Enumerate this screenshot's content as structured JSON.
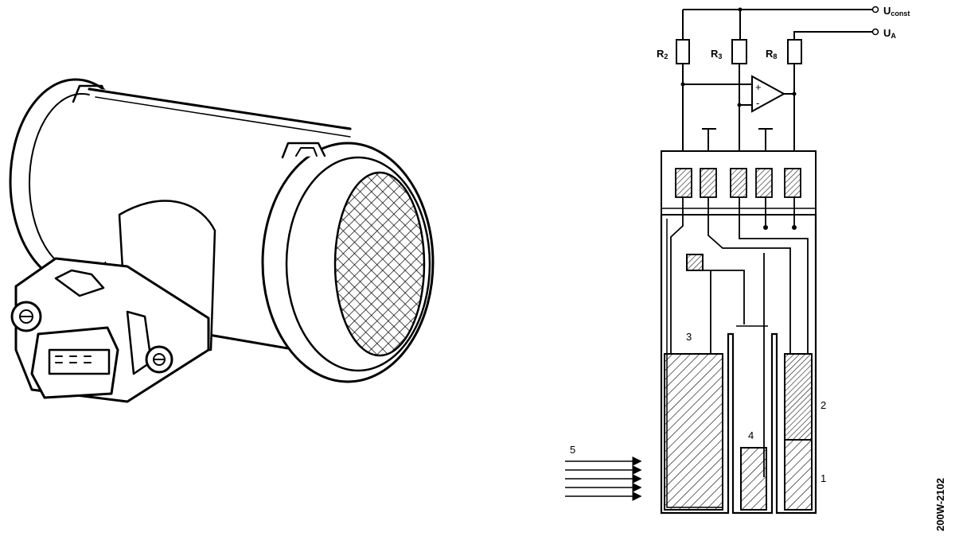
{
  "labels": {
    "u_const_main": "U",
    "u_const_sub": "const",
    "u_a_main": "U",
    "u_a_sub": "A",
    "r2_main": "R",
    "r2_sub": "2",
    "r3_main": "R",
    "r3_sub": "3",
    "r8_main": "R",
    "r8_sub": "8",
    "op_plus": "+",
    "op_minus": "-",
    "callout_1": "1",
    "callout_2": "2",
    "callout_3": "3",
    "callout_4": "4",
    "callout_5": "5"
  },
  "figure_ref": "200W-2102"
}
